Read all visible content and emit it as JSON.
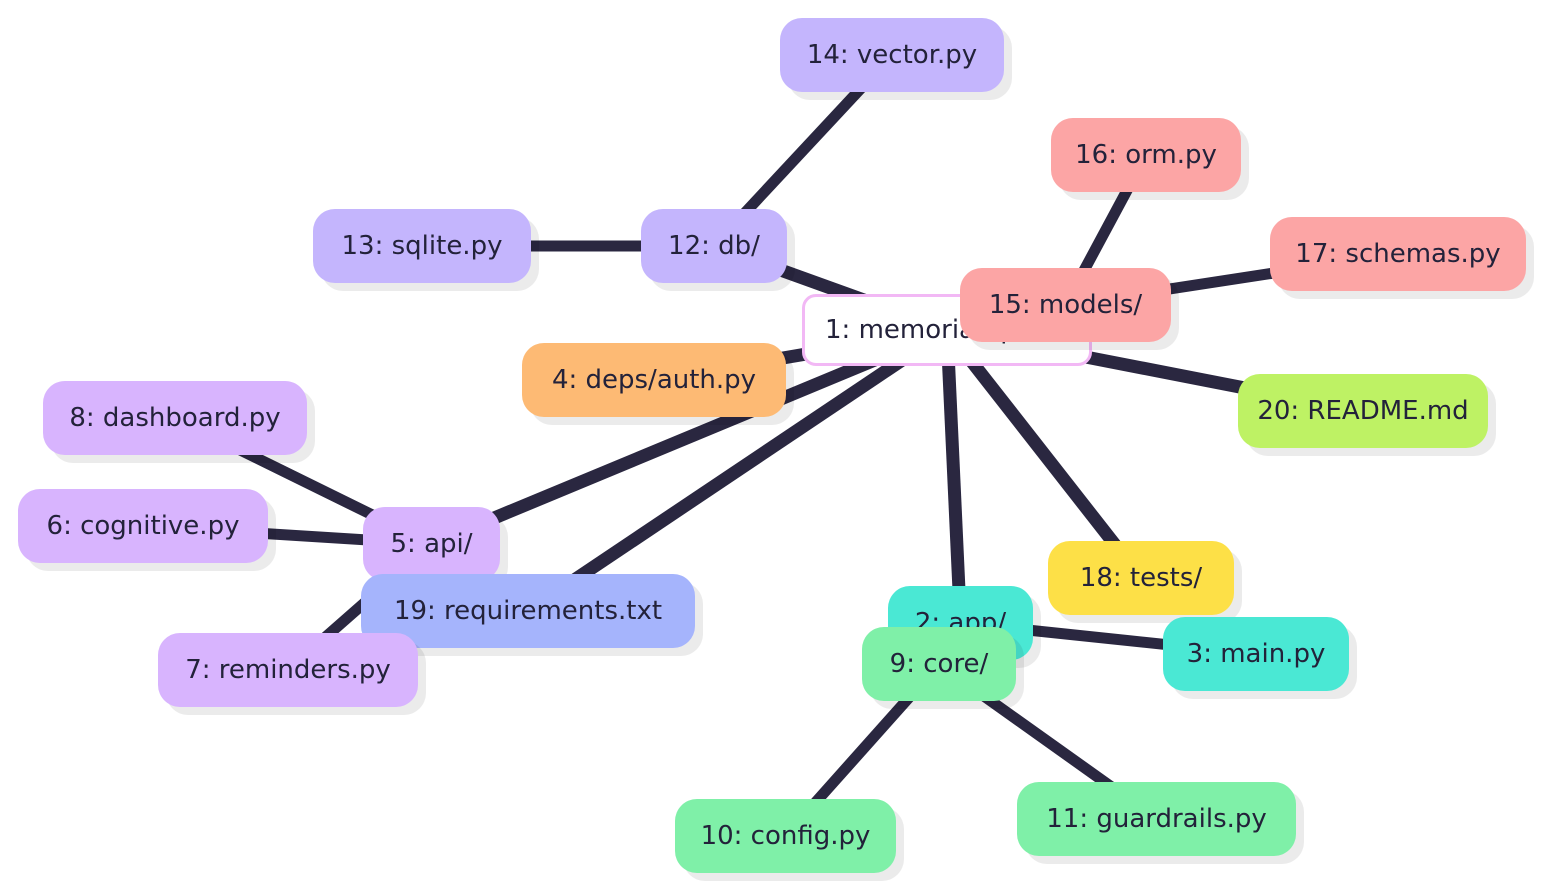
{
  "diagram": {
    "edge_color": "#2a2740",
    "nodes": [
      {
        "id": "1",
        "label": "1: memoria-api/"
      },
      {
        "id": "2",
        "label": "2: app/"
      },
      {
        "id": "3",
        "label": "3: main.py"
      },
      {
        "id": "4",
        "label": "4: deps/auth.py"
      },
      {
        "id": "5",
        "label": "5: api/"
      },
      {
        "id": "6",
        "label": "6: cognitive.py"
      },
      {
        "id": "7",
        "label": "7: reminders.py"
      },
      {
        "id": "8",
        "label": "8: dashboard.py"
      },
      {
        "id": "9",
        "label": "9: core/"
      },
      {
        "id": "10",
        "label": "10: config.py"
      },
      {
        "id": "11",
        "label": "11: guardrails.py"
      },
      {
        "id": "12",
        "label": "12: db/"
      },
      {
        "id": "13",
        "label": "13: sqlite.py"
      },
      {
        "id": "14",
        "label": "14: vector.py"
      },
      {
        "id": "15",
        "label": "15: models/"
      },
      {
        "id": "16",
        "label": "16: orm.py"
      },
      {
        "id": "17",
        "label": "17: schemas.py"
      },
      {
        "id": "18",
        "label": "18: tests/"
      },
      {
        "id": "19",
        "label": "19: requirements.txt"
      },
      {
        "id": "20",
        "label": "20: README.md"
      }
    ],
    "edges": [
      [
        "1",
        "2"
      ],
      [
        "1",
        "4"
      ],
      [
        "1",
        "5"
      ],
      [
        "1",
        "12"
      ],
      [
        "1",
        "15"
      ],
      [
        "1",
        "18"
      ],
      [
        "1",
        "19"
      ],
      [
        "1",
        "20"
      ],
      [
        "2",
        "3"
      ],
      [
        "2",
        "9"
      ],
      [
        "5",
        "6"
      ],
      [
        "5",
        "7"
      ],
      [
        "5",
        "8"
      ],
      [
        "9",
        "10"
      ],
      [
        "9",
        "11"
      ],
      [
        "12",
        "13"
      ],
      [
        "12",
        "14"
      ],
      [
        "15",
        "16"
      ],
      [
        "15",
        "17"
      ]
    ]
  }
}
